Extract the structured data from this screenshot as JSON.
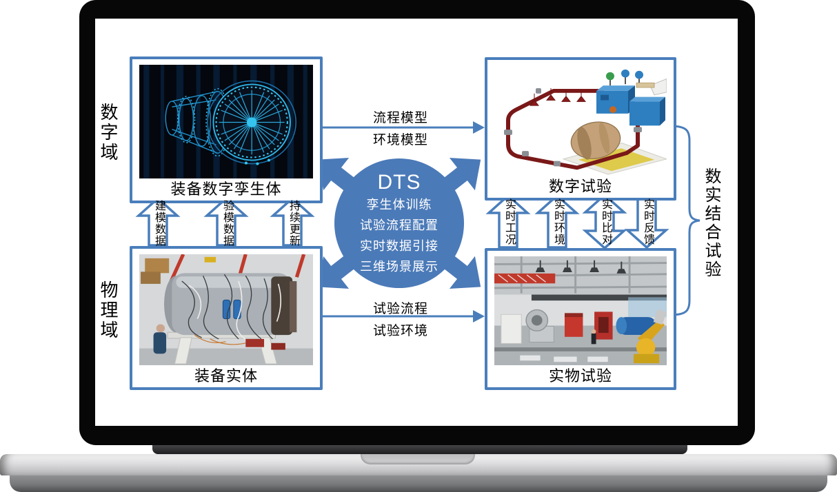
{
  "colors": {
    "accent_blue": "#4a7ebb",
    "circle_blue": "#4b7ab8",
    "text": "#111111"
  },
  "domains": {
    "digital": "数字域",
    "physical": "物理域"
  },
  "boxes": {
    "digital_twin": {
      "label": "装备数字孪生体"
    },
    "digital_test": {
      "label": "数字试验"
    },
    "physical_entity": {
      "label": "装备实体"
    },
    "physical_test": {
      "label": "实物试验"
    }
  },
  "center": {
    "title": "DTS",
    "items": [
      "孪生体训练",
      "试验流程配置",
      "实时数据引接",
      "三维场景展示"
    ]
  },
  "flows": {
    "digital_forward": {
      "top": "流程模型",
      "bottom": "环境模型"
    },
    "physical_forward": {
      "top": "试验流程",
      "bottom": "试验环境"
    },
    "left_up": [
      "建模数据",
      "验模数据",
      "持续更新"
    ],
    "right_vertical": [
      {
        "label": "实时工况",
        "direction": "up"
      },
      {
        "label": "实时环境",
        "direction": "up"
      },
      {
        "label": "实时比对",
        "direction": "both"
      },
      {
        "label": "实时反馈",
        "direction": "down"
      }
    ]
  },
  "brace": {
    "label": "数实结合试验"
  }
}
